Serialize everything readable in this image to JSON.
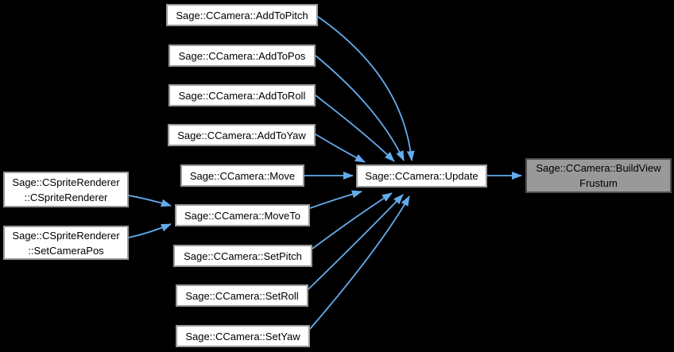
{
  "diagram": {
    "type": "doxygen-caller-graph",
    "background_color": "#000000",
    "edge_color": "#63acec",
    "node_fill": "#ffffff",
    "node_border": "#9a9a9a",
    "node_text_color": "#000000",
    "highlight_node_fill": "#999999",
    "highlight_node_border": "#4d4d4d",
    "nodes": {
      "sprite_renderer_ctor": {
        "lines": [
          "Sage::CSpriteRenderer",
          "::CSpriteRenderer"
        ]
      },
      "sprite_renderer_set_camera_pos": {
        "lines": [
          "Sage::CSpriteRenderer",
          "::SetCameraPos"
        ]
      },
      "add_to_pitch": {
        "label": "Sage::CCamera::AddToPitch"
      },
      "add_to_pos": {
        "label": "Sage::CCamera::AddToPos"
      },
      "add_to_roll": {
        "label": "Sage::CCamera::AddToRoll"
      },
      "add_to_yaw": {
        "label": "Sage::CCamera::AddToYaw"
      },
      "move": {
        "label": "Sage::CCamera::Move"
      },
      "move_to": {
        "label": "Sage::CCamera::MoveTo"
      },
      "set_pitch": {
        "label": "Sage::CCamera::SetPitch"
      },
      "set_roll": {
        "label": "Sage::CCamera::SetRoll"
      },
      "set_yaw": {
        "label": "Sage::CCamera::SetYaw"
      },
      "update": {
        "label": "Sage::CCamera::Update"
      },
      "build_view_frustum": {
        "lines": [
          "Sage::CCamera::BuildView",
          "Frustum"
        ],
        "highlighted": true
      }
    },
    "edges": [
      {
        "from": "add_to_pitch",
        "to": "update"
      },
      {
        "from": "add_to_pos",
        "to": "update"
      },
      {
        "from": "add_to_roll",
        "to": "update"
      },
      {
        "from": "add_to_yaw",
        "to": "update"
      },
      {
        "from": "move",
        "to": "update"
      },
      {
        "from": "move_to",
        "to": "update"
      },
      {
        "from": "set_pitch",
        "to": "update"
      },
      {
        "from": "set_roll",
        "to": "update"
      },
      {
        "from": "set_yaw",
        "to": "update"
      },
      {
        "from": "sprite_renderer_ctor",
        "to": "move_to"
      },
      {
        "from": "sprite_renderer_set_camera_pos",
        "to": "move_to"
      },
      {
        "from": "update",
        "to": "build_view_frustum"
      }
    ]
  }
}
